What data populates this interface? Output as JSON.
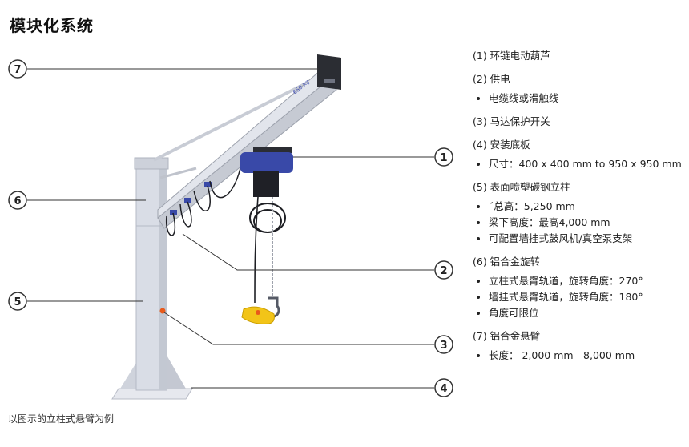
{
  "page": {
    "title": "模块化系统",
    "caption": "以图示的立柱式悬臂为例"
  },
  "diagram": {
    "beam_label": "650 kg",
    "callouts": [
      "1",
      "2",
      "3",
      "4",
      "5",
      "6",
      "7"
    ],
    "colors": {
      "column": "#d9dde6",
      "beam": "#c6cad3",
      "hoist": "#3949a8",
      "pendant": "#f2c418",
      "button": "#e85a1b"
    }
  },
  "legend": {
    "sections": [
      {
        "title": "(1) 环链电动葫芦",
        "items": []
      },
      {
        "title": "(2) 供电",
        "items": [
          "电缆线或滑触线"
        ]
      },
      {
        "title": "(3) 马达保护开关",
        "items": []
      },
      {
        "title": "(4) 安装底板",
        "items": [
          "尺寸：400 x 400 mm to 950 x 950 mm"
        ]
      },
      {
        "title": "(5) 表面喷塑碳钢立柱",
        "items": [
          "´总高：5,250 mm",
          "梁下高度：最高4,000 mm",
          "可配置墙挂式鼓风机/真空泵支架"
        ]
      },
      {
        "title": "(6) 铝合金旋转",
        "items": [
          "立柱式悬臂轨道，旋转角度：270°",
          "墙挂式悬臂轨道，旋转角度：180°",
          "角度可限位"
        ]
      },
      {
        "title": "(7) 铝合金悬臂",
        "items": [
          "长度： 2,000 mm - 8,000 mm"
        ]
      }
    ]
  }
}
